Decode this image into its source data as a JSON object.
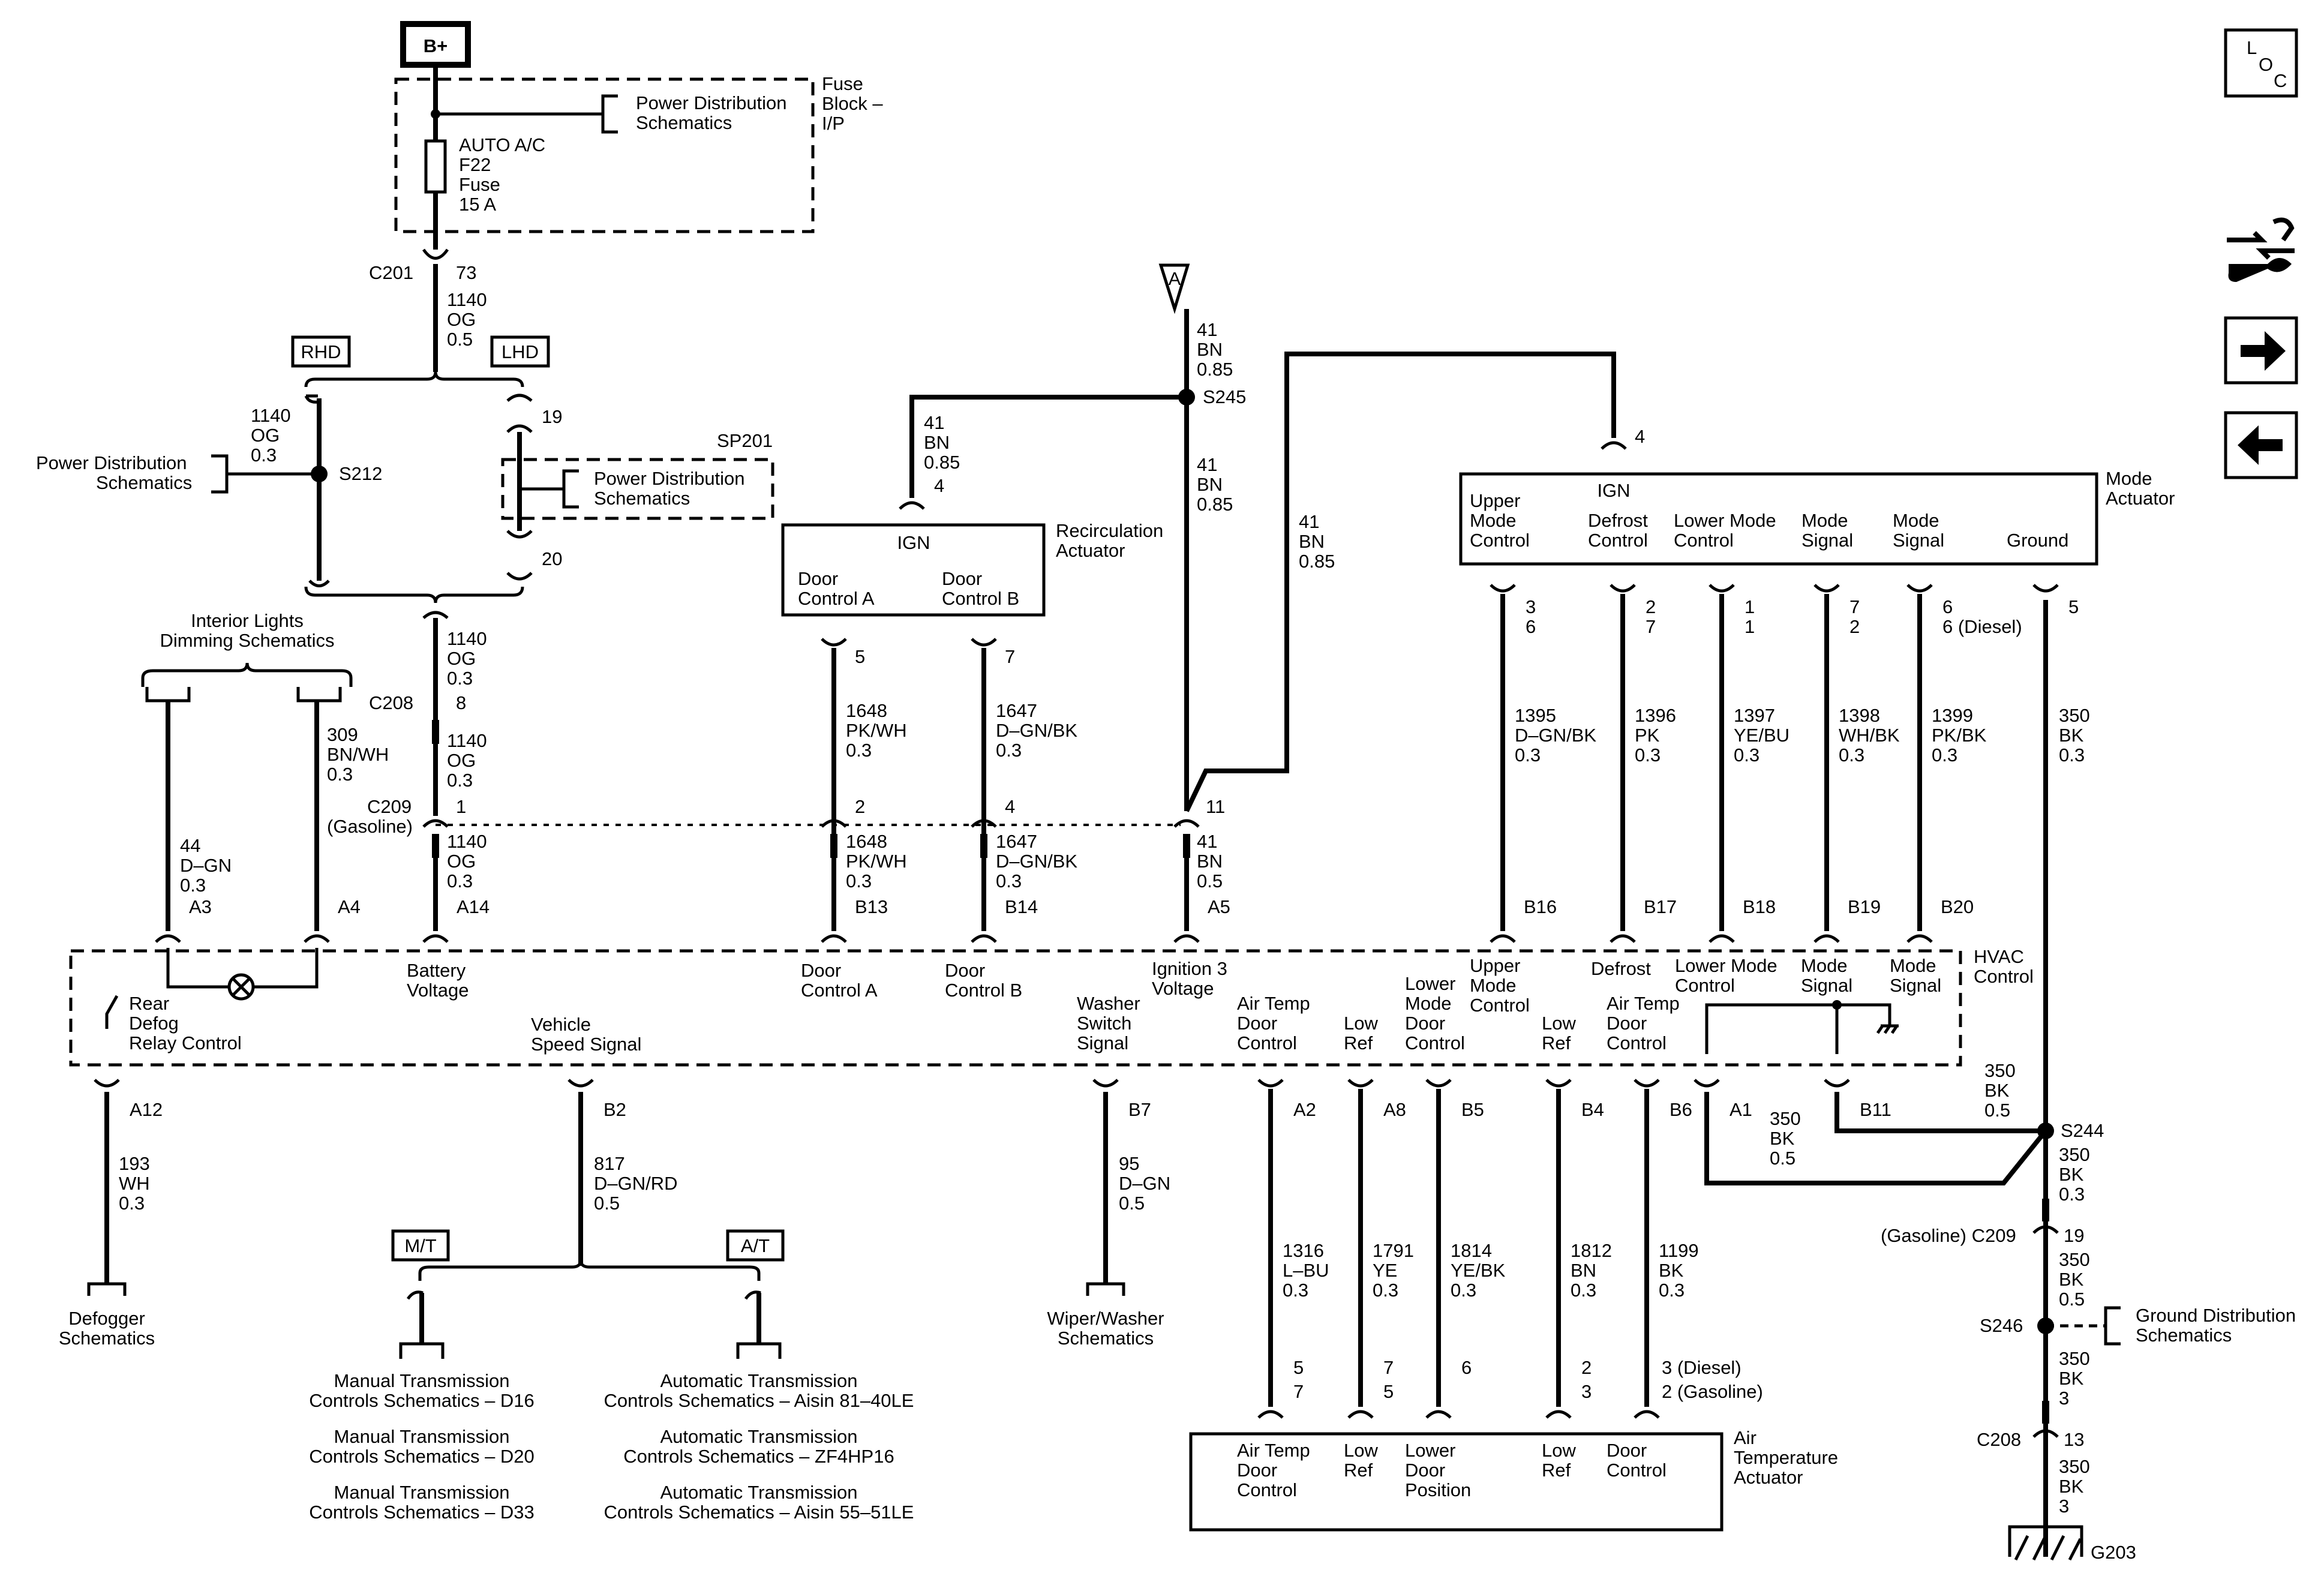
{
  "header": {
    "bplus": "B+",
    "fuse_block": [
      "Fuse",
      "Block –",
      "I/P"
    ],
    "fuse_name": [
      "AUTO A/C",
      "F22",
      "Fuse",
      "15 A"
    ],
    "pwr_dist": [
      "Power Distribution",
      "Schematics"
    ]
  },
  "nav": {
    "loc": [
      "L",
      "O",
      "C"
    ]
  },
  "connectors": {
    "c201": "C201",
    "c201_pin": "73",
    "c208": "C208",
    "c208_pin": "8",
    "c209": [
      "C209",
      "(Gasoline)"
    ],
    "c209_pin": "1",
    "s212": "S212",
    "s245": "S245",
    "sp201": "SP201",
    "sp201_pin_top": "19",
    "sp201_pin_bot": "20",
    "s244": "S244",
    "s246": "S246",
    "g203": "G203",
    "gnd_c209": "(Gasoline) C209",
    "gnd_c209_pin": "19",
    "gnd_c208": "C208",
    "gnd_c208_pin": "13",
    "off_page_a": "A"
  },
  "wires": {
    "w1140_a": [
      "1140",
      "OG",
      "0.5"
    ],
    "w1140_rhd": [
      "1140",
      "OG",
      "0.3"
    ],
    "w1140_b": [
      "1140",
      "OG",
      "0.3"
    ],
    "w1140_c": [
      "1140",
      "OG",
      "0.3"
    ],
    "w1140_d": [
      "1140",
      "OG",
      "0.3"
    ],
    "w44": [
      "44",
      "D–GN",
      "0.3"
    ],
    "w309": [
      "309",
      "BN/WH",
      "0.3"
    ],
    "w193": [
      "193",
      "WH",
      "0.3"
    ],
    "w817": [
      "817",
      "D–GN/RD",
      "0.5"
    ],
    "w95": [
      "95",
      "D–GN",
      "0.5"
    ],
    "w41_top": [
      "41",
      "BN",
      "0.85"
    ],
    "w41_left": [
      "41",
      "BN",
      "0.85"
    ],
    "w41_mid": [
      "41",
      "BN",
      "0.85"
    ],
    "w41_right": [
      "41",
      "BN",
      "0.85"
    ],
    "w41_low": [
      "41",
      "BN",
      "0.5"
    ],
    "w1648_a": [
      "1648",
      "PK/WH",
      "0.3"
    ],
    "w1648_b": [
      "1648",
      "PK/WH",
      "0.3"
    ],
    "w1647_a": [
      "1647",
      "D–GN/BK",
      "0.3"
    ],
    "w1647_b": [
      "1647",
      "D–GN/BK",
      "0.3"
    ],
    "w1395": [
      "1395",
      "D–GN/BK",
      "0.3"
    ],
    "w1396": [
      "1396",
      "PK",
      "0.3"
    ],
    "w1397": [
      "1397",
      "YE/BU",
      "0.3"
    ],
    "w1398": [
      "1398",
      "WH/BK",
      "0.3"
    ],
    "w1399": [
      "1399",
      "PK/BK",
      "0.3"
    ],
    "w350_a": [
      "350",
      "BK",
      "0.3"
    ],
    "w350_b": [
      "350",
      "BK",
      "0.5"
    ],
    "w350_c": [
      "350",
      "BK",
      "0.5"
    ],
    "w350_d": [
      "350",
      "BK",
      "0.3"
    ],
    "w350_e": [
      "350",
      "BK",
      "0.5"
    ],
    "w350_f": [
      "350",
      "BK",
      "3"
    ],
    "w350_g": [
      "350",
      "BK",
      "3"
    ],
    "w1316": [
      "1316",
      "L–BU",
      "0.3"
    ],
    "w1791": [
      "1791",
      "YE",
      "0.3"
    ],
    "w1814": [
      "1814",
      "YE/BK",
      "0.3"
    ],
    "w1812": [
      "1812",
      "BN",
      "0.3"
    ],
    "w1199": [
      "1199",
      "BK",
      "0.3"
    ]
  },
  "labels": {
    "rhd": "RHD",
    "lhd": "LHD",
    "mt": "M/T",
    "at": "A/T",
    "pwr_dist_left": [
      "Power Distribution",
      "Schematics"
    ],
    "pwr_dist_sp": [
      "Power Distribution",
      "Schematics"
    ],
    "int_lights": [
      "Interior Lights",
      "Dimming Schematics"
    ],
    "defogger": [
      "Defogger",
      "Schematics"
    ],
    "wiper": [
      "Wiper/Washer",
      "Schematics"
    ],
    "gnd_dist": [
      "Ground Distribution",
      "Schematics"
    ],
    "mt_list": [
      [
        "Manual Transmission",
        "Controls Schematics – D16"
      ],
      [
        "Manual Transmission",
        "Controls Schematics – D20"
      ],
      [
        "Manual Transmission",
        "Controls Schematics – D33"
      ]
    ],
    "at_list": [
      [
        "Automatic Transmission",
        "Controls Schematics – Aisin 81–40LE"
      ],
      [
        "Automatic Transmission",
        "Controls Schematics – ZF4HP16"
      ],
      [
        "Automatic Transmission",
        "Controls Schematics – Aisin 55–51LE"
      ]
    ]
  },
  "recirc": {
    "title": [
      "Recirculation",
      "Actuator"
    ],
    "ign": "IGN",
    "ign_pin": "4",
    "door_a": [
      "Door",
      "Control A"
    ],
    "door_b": [
      "Door",
      "Control B"
    ],
    "pin_a": "5",
    "pin_b": "7",
    "c209_a": "2",
    "c209_b": "4"
  },
  "mode_act": {
    "title": [
      "Mode",
      "Actuator"
    ],
    "ign": "IGN",
    "ign_pin": "4",
    "terminals": [
      {
        "label": [
          "Upper",
          "Mode",
          "Control"
        ],
        "pins": [
          "3",
          "6"
        ]
      },
      {
        "label": [
          "Defrost",
          "Control"
        ],
        "pins": [
          "2",
          "7"
        ]
      },
      {
        "label": [
          "Lower Mode",
          "Control"
        ],
        "pins": [
          "1",
          "1"
        ]
      },
      {
        "label": [
          "Mode",
          "Signal"
        ],
        "pins": [
          "7",
          "2"
        ]
      },
      {
        "label": [
          "Mode",
          "Signal"
        ],
        "pins": [
          "6",
          "6 (Diesel)"
        ]
      },
      {
        "label": [
          "Ground"
        ],
        "pins": [
          "5"
        ]
      }
    ],
    "c209_ign": "11"
  },
  "hvac": {
    "title": [
      "HVAC",
      "Control"
    ],
    "pins_top": [
      "A3",
      "A4",
      "A14",
      "B13",
      "B14",
      "A5",
      "B16",
      "B17",
      "B18",
      "B19",
      "B20"
    ],
    "pins_bottom": [
      "A12",
      "B2",
      "B7",
      "A2",
      "A8",
      "B5",
      "B4",
      "B6",
      "A1",
      "B11"
    ],
    "battery": [
      "Battery",
      "Voltage"
    ],
    "door_a": [
      "Door",
      "Control A"
    ],
    "door_b": [
      "Door",
      "Control B"
    ],
    "ign3": [
      "Ignition 3",
      "Voltage"
    ],
    "upper_mode": [
      "Upper",
      "Mode",
      "Control"
    ],
    "defrost": "Defrost",
    "lower_mode": [
      "Lower Mode",
      "Control"
    ],
    "mode_sig1": [
      "Mode",
      "Signal"
    ],
    "mode_sig2": [
      "Mode",
      "Signal"
    ],
    "rear_defog": [
      "Rear",
      "Defog",
      "Relay Control"
    ],
    "vss": [
      "Vehicle",
      "Speed Signal"
    ],
    "washer": [
      "Washer",
      "Switch",
      "Signal"
    ],
    "air_temp1": [
      "Air Temp",
      "Door",
      "Control"
    ],
    "low_ref1": [
      "Low",
      "Ref"
    ],
    "lower_mode_door": [
      "Lower",
      "Mode",
      "Door",
      "Control"
    ],
    "low_ref2": [
      "Low",
      "Ref"
    ],
    "air_temp2": [
      "Air Temp",
      "Door",
      "Control"
    ]
  },
  "air_temp_act": {
    "title": [
      "Air",
      "Temperature",
      "Actuator"
    ],
    "terminals": [
      {
        "label": [
          "Air Temp",
          "Door",
          "Control"
        ],
        "pins": [
          "5",
          "7"
        ]
      },
      {
        "label": [
          "Low",
          "Ref"
        ],
        "pins": [
          "7",
          "5"
        ]
      },
      {
        "label": [
          "Lower",
          "Door",
          "Position"
        ],
        "pins": [
          "6"
        ]
      },
      {
        "label": [
          "Low",
          "Ref"
        ],
        "pins": [
          "2",
          "3"
        ]
      },
      {
        "label": [
          "Door",
          "Control"
        ],
        "pins": [
          "3 (Diesel)",
          "2 (Gasoline)"
        ]
      }
    ]
  }
}
